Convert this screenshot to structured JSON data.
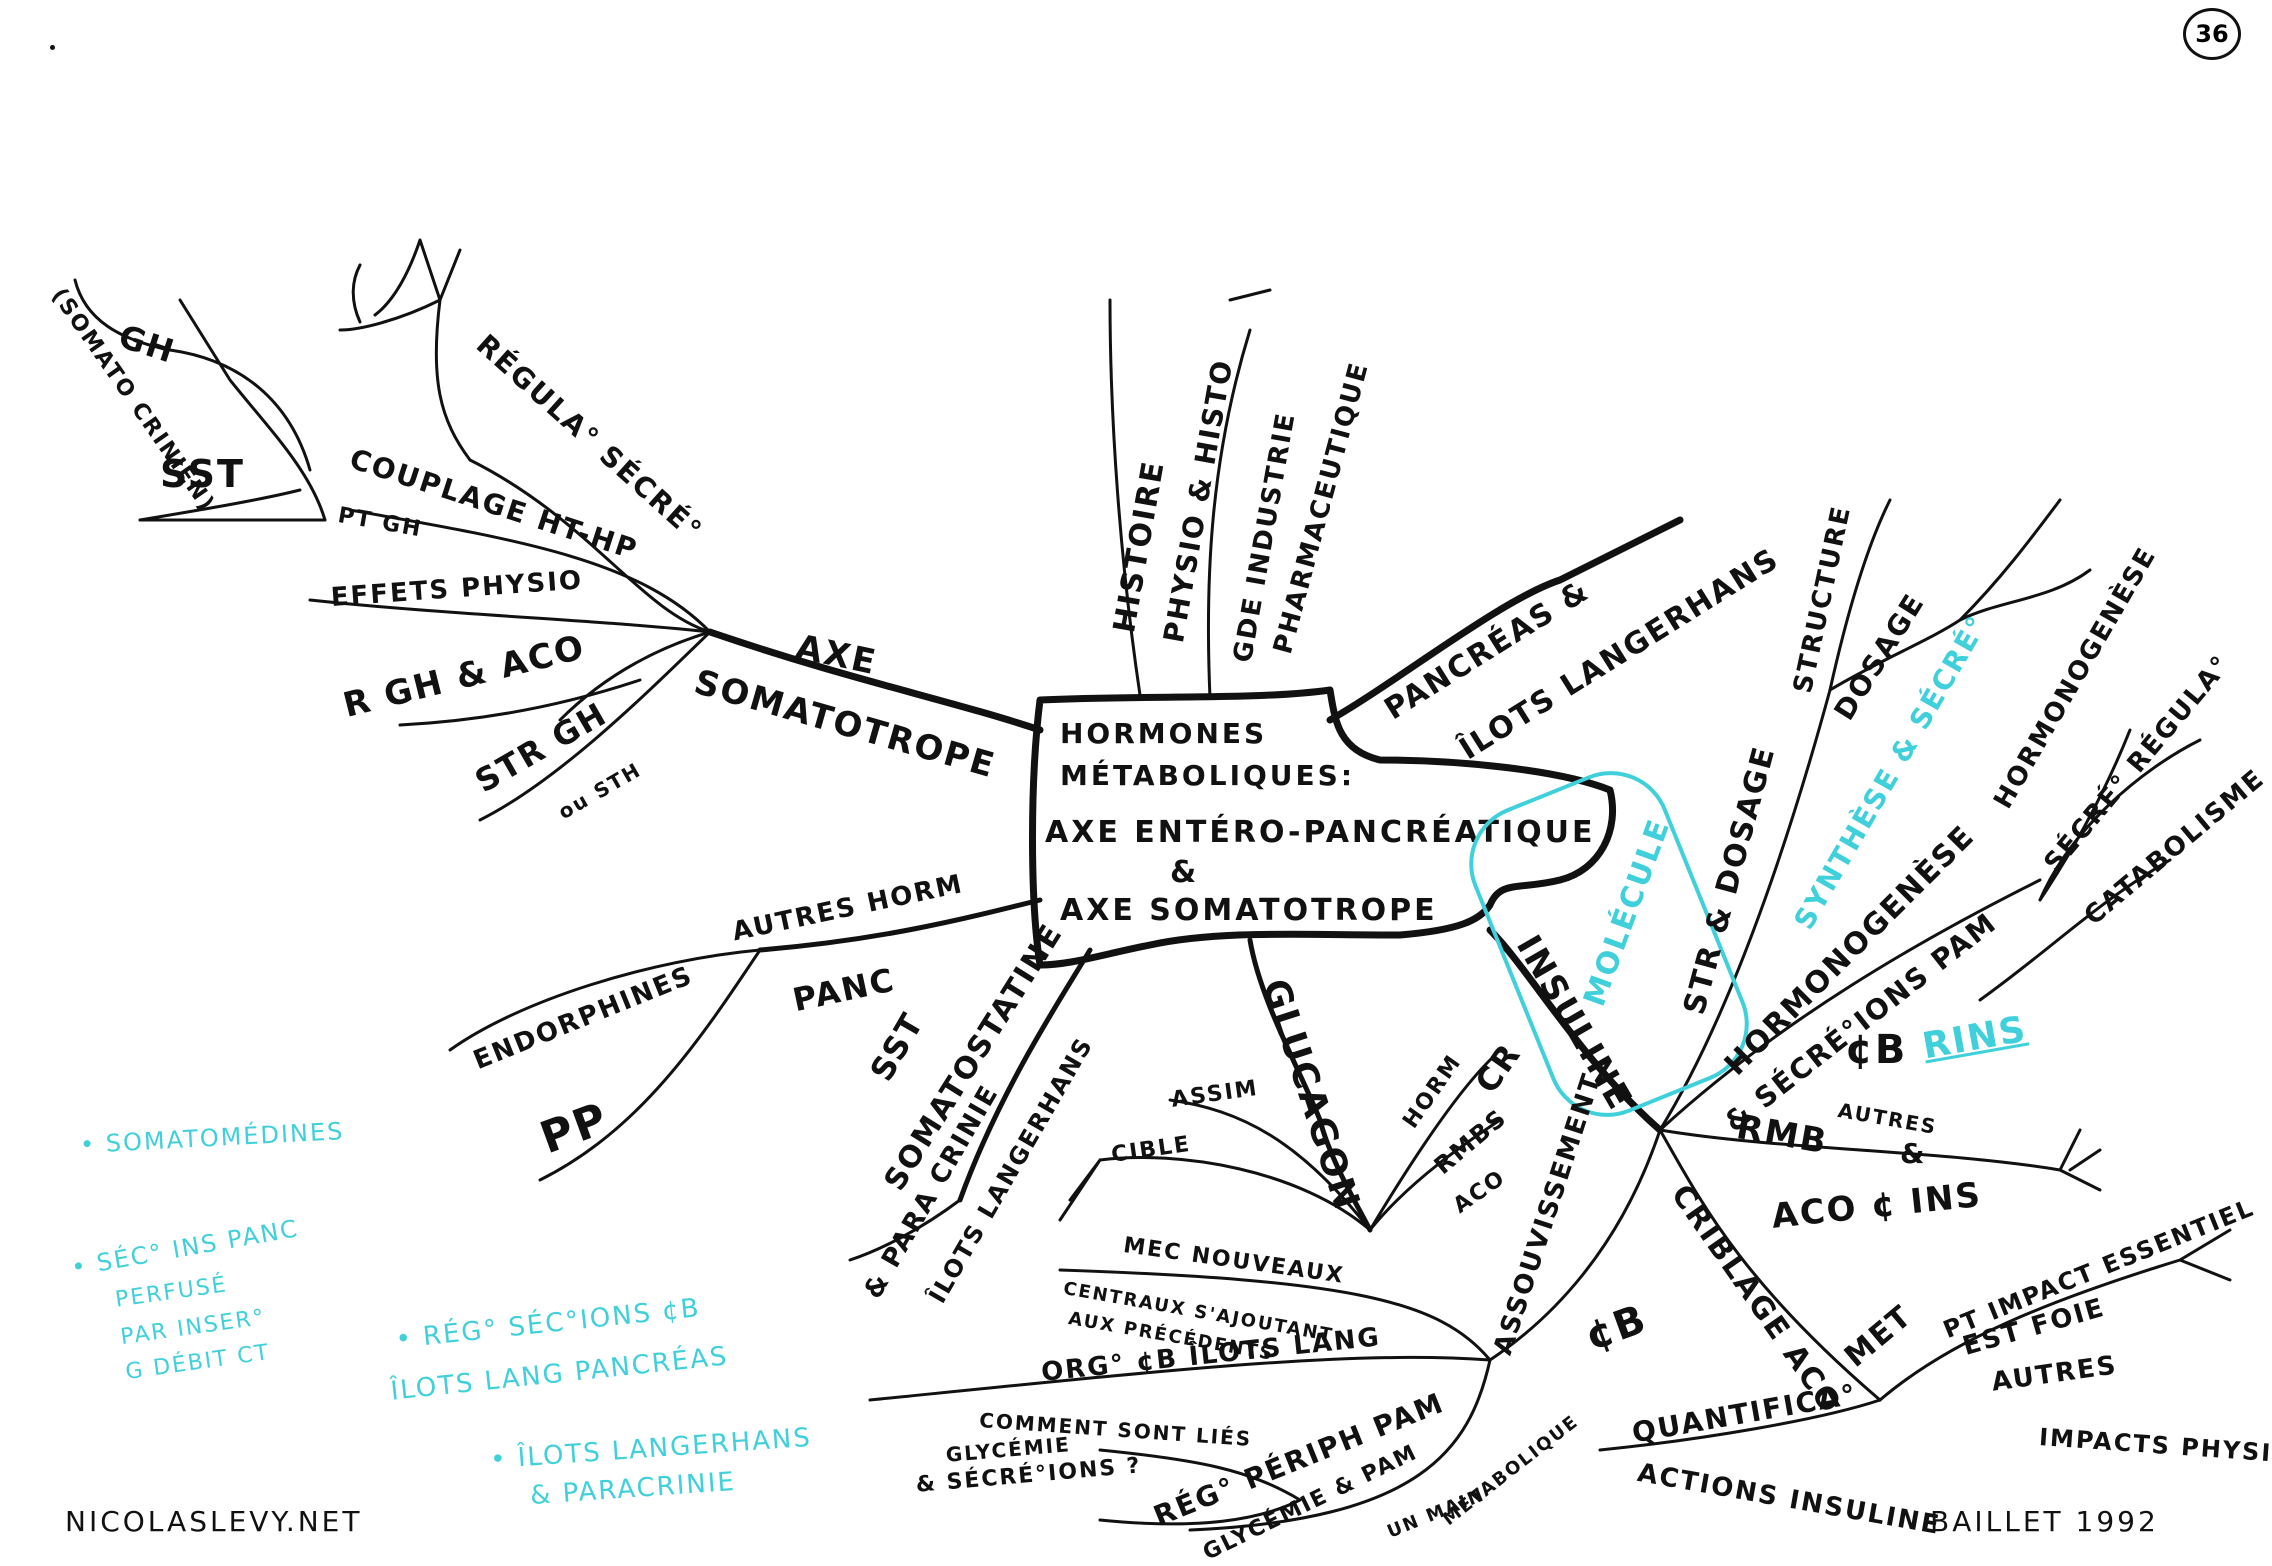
{
  "page_number": "36",
  "center": {
    "line1": "HORMONES",
    "line2": "MÉTABOLIQUES:",
    "line3": "AXE ENTÉRO-PANCRÉATIQUE",
    "line4": "&",
    "line5": "AXE SOMATOTROPE"
  },
  "labels": {
    "axe": "AXE",
    "somatotrope": "SOMATOTROPE",
    "gh": "GH",
    "somato_crinien": "(SOMATO CRINIEN)",
    "sst_left": "SST",
    "regulation_secretion": "RÉGULA° SÉCRÉ°",
    "couplage": "COUPLAGE HT-HP",
    "pt_gh": "PT GH",
    "effets_physio": "EFFETS PHYSIO",
    "r_gh": "R GH & ACO",
    "str_gh": "STR GH",
    "ou_sth": "ou STH",
    "histoire": "HISTOIRE",
    "physio_histo": "PHYSIO & HISTO",
    "gde_industrie": "GDE INDUSTRIE",
    "pharmaceutique": "PHARMACEUTIQUE",
    "pancreas": "PANCRÉAS &",
    "ilots_langerhans": "ÎLOTS LANGERHANS",
    "structure": "STRUCTURE",
    "dosage": "DOSAGE",
    "hormonogenese_top": "HORMONOGENÈSE",
    "secretion_regulation": "SÉCRÉ° RÉGULA°",
    "catabolisme": "CATABOLISME",
    "molecule": "MOLÉCULE",
    "insuline": "INSULINE",
    "str_dosage": "STR & DOSAGE",
    "synthese_secretion": "SYNTHÈSE & SÉCRÉ°",
    "hormonogenese": "HORMONOGENÈSE",
    "secretions_pam": "& SÉCRÉ°IONS PAM",
    "cb": "¢B",
    "rins": "RINS",
    "rmb": "RMB",
    "autres": "AUTRES",
    "amp": "&",
    "aco_ins": "ACO ¢ INS",
    "criblage_aco": "CRIBLAGE ACO",
    "met": "MET",
    "pt_impact": "PT IMPACT ESSENTIEL",
    "est_foie": "EST FOIE",
    "autres_lower": "AUTRES",
    "impacts_physio": "IMPACTS PHYSIO",
    "quantifica": "QUANTIFICA°",
    "actions_insuline": "ACTIONS INSULINE",
    "cb_lower": "¢B",
    "assouvissement": "ASSOUVISSEMENT",
    "glucagon": "GLUCAGON",
    "horm": "HORM",
    "cr": "CR",
    "rmbs": "RMBS",
    "aco_small": "ACO",
    "assimilation": "ASSIM",
    "cible": "CIBLE",
    "sst_mid": "SST",
    "somatostatine": "SOMATOSTATINE",
    "para_crinie": "& PARA CRINIE",
    "ilots_langerhans_2": "ÎLOTS LANGERHANS",
    "mec_nouveaux": "MEC NOUVEAUX",
    "centraux": "CENTRAUX S'AJOUTANT",
    "aux_precedents": "AUX PRÉCÉDENTS",
    "org_cb": "ORG° ¢B ÎLOTS LANG",
    "comment_sont_lies": "COMMENT SONT LIÉS",
    "glycemie": "GLYCÉMIE",
    "secretions": "& SÉCRÉ°IONS ?",
    "rego_periph": "RÉG° PÉRIPH PAM",
    "glycemie_pam": "GLYCÉMIE & PAM",
    "un_main": "UN MAIN",
    "metabolique": "MÉTABOLIQUE",
    "autres_horm": "AUTRES HORM",
    "endorphines": "ENDORPHINES",
    "panc": "PANC",
    "pp": "PP"
  },
  "notes": {
    "somatomedines": "• SOMATOMÉDINES",
    "sec_ins_1": "• SÉC° INS PANC",
    "sec_ins_2": "PERFUSÉ",
    "sec_ins_3": "PAR INSER°",
    "sec_ins_4": "G DÉBIT CT",
    "reg_sec_1": "• RÉG° SÉC°IONS ¢B",
    "reg_sec_2": "ÎLOTS LANG PANCRÉAS",
    "ilots_1": "• ÎLOTS LANGERHANS",
    "ilots_2": "& PARACRINIE"
  },
  "footer": {
    "site": "NICOLASLEVY.NET",
    "author": "BAILLET 1992"
  },
  "colors": {
    "ink": "#111111",
    "highlight": "#3fd0dc"
  }
}
